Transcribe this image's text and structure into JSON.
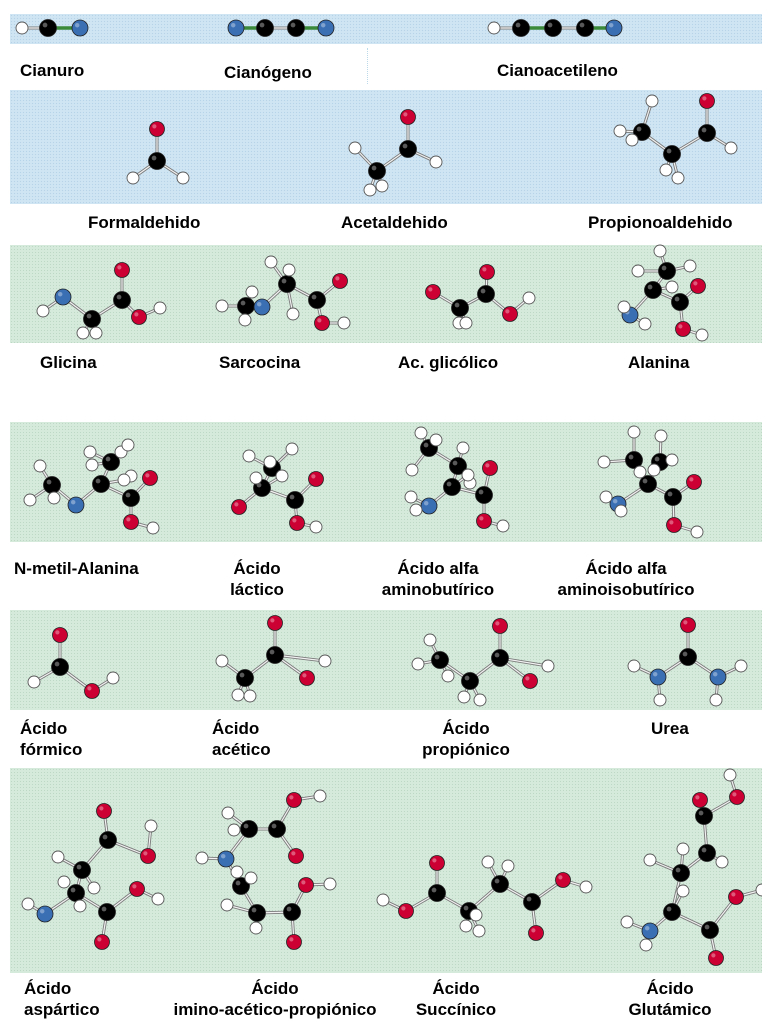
{
  "colors": {
    "carbon": "#000000",
    "oxygen": "#cc0033",
    "nitrogen": "#3a6fb4",
    "hydrogen": "#ffffff",
    "triple_bond": "#3a8a3a",
    "panel_blue": "#cfe5f3",
    "panel_green": "#d6eadc"
  },
  "row1": {
    "l1": "Cianuro",
    "l2": "Cianógeno",
    "l3": "Cianoacetileno"
  },
  "row2": {
    "l1": "Formaldehido",
    "l2": "Acetaldehido",
    "l3": "Propionoaldehido"
  },
  "row3": {
    "l1": "Glicina",
    "l2": "Sarcocina",
    "l3": "Ac. glicólico",
    "l4": "Alanina"
  },
  "row4": {
    "l1": "N-metil-Alanina",
    "l2a": "Ácido",
    "l2b": "láctico",
    "l3a": "Ácido alfa",
    "l3b": "aminobutírico",
    "l4a": "Ácido alfa",
    "l4b": "aminoisobutírico"
  },
  "row5": {
    "l1a": "Ácido",
    "l1b": "fórmico",
    "l2a": "Ácido",
    "l2b": "acético",
    "l3a": "Ácido",
    "l3b": "propiónico",
    "l4": "Urea"
  },
  "row6": {
    "l1a": "Ácido",
    "l1b": "aspártico",
    "l2a": "Ácido",
    "l2b": "imino-acético-propiónico",
    "l3a": "Ácido",
    "l3b": "Succínico",
    "l4a": "Ácido",
    "l4b": "Glutámico"
  }
}
